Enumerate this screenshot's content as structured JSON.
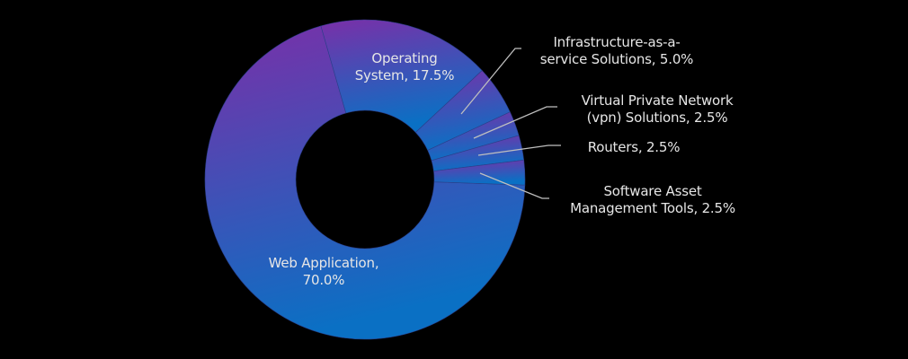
{
  "chart_data": {
    "type": "pie",
    "subtype": "donut",
    "title": "",
    "slices": [
      {
        "label": "Web Application",
        "value": 70.0,
        "display": "Web Application, 70.0%"
      },
      {
        "label": "Operating System",
        "value": 17.5,
        "display": "Operating System, 17.5%"
      },
      {
        "label": "Infrastructure-as-a-service Solutions",
        "value": 5.0,
        "display": "Infrastructure-as-a-service Solutions, 5.0%"
      },
      {
        "label": "Virtual Private Network (vpn) Solutions",
        "value": 2.5,
        "display": "Virtual Private Network (vpn) Solutions, 2.5%"
      },
      {
        "label": "Routers",
        "value": 2.5,
        "display": "Routers, 2.5%"
      },
      {
        "label": "Software Asset Management Tools",
        "value": 2.5,
        "display": "Software Asset Management Tools, 2.5%"
      }
    ],
    "colors": {
      "gradient_start": "#7a2fa8",
      "gradient_end": "#0a70c4",
      "background": "#000000",
      "label": "#e6e6e6",
      "leader": "#bfbfbf"
    }
  },
  "labels": {
    "web_1": "Web Application,",
    "web_2": "70.0%",
    "os_1": "Operating",
    "os_2": "System, 17.5%",
    "iaas_1": "Infrastructure-as-a-",
    "iaas_2": "service Solutions, 5.0%",
    "vpn_1": "Virtual Private Network",
    "vpn_2": "(vpn) Solutions, 2.5%",
    "routers": "Routers, 2.5%",
    "sam_1": "Software Asset",
    "sam_2": "Management Tools, 2.5%"
  }
}
